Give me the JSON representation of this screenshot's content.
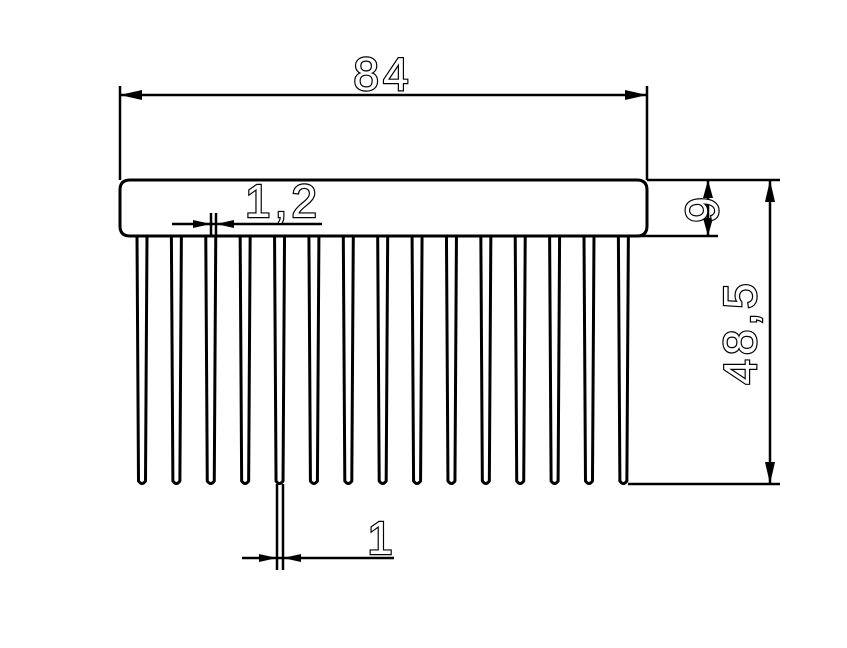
{
  "drawing": {
    "type": "heatsink-profile",
    "stroke_color": "#000000",
    "background_color": "#ffffff",
    "fin_count": 15,
    "dimensions": {
      "overall_width": "84",
      "overall_height": "48,5",
      "base_thickness": "9",
      "fin_tip_thickness": "1",
      "fin_root_thickness": "1,2"
    }
  }
}
